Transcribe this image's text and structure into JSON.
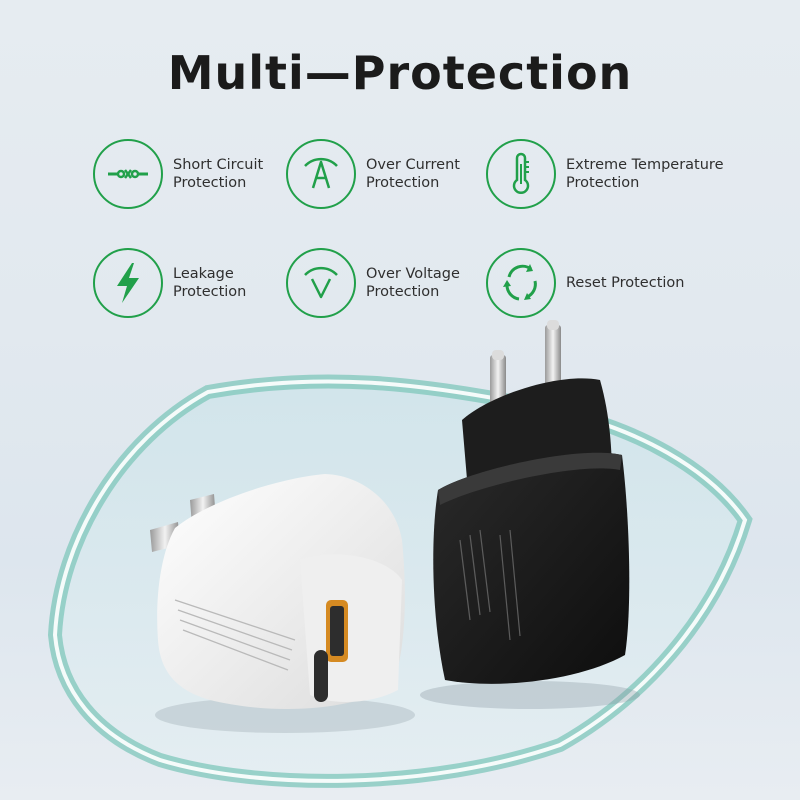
{
  "title": "Multi—Protection",
  "features": [
    {
      "icon": "short-circuit-icon",
      "line1": "Short Circuit",
      "line2": "Protection"
    },
    {
      "icon": "over-current-icon",
      "line1": "Over Current",
      "line2": "Protection"
    },
    {
      "icon": "thermometer-icon",
      "line1": "Extreme Temperature",
      "line2": "Protection"
    },
    {
      "icon": "lightning-icon",
      "line1": "Leakage",
      "line2": "Protection"
    },
    {
      "icon": "over-voltage-icon",
      "line1": "Over Voltage",
      "line2": "Protection"
    },
    {
      "icon": "reset-cycle-icon",
      "line1": "Reset Protection",
      "line2": ""
    }
  ],
  "colors": {
    "accent": "#21a04a",
    "title": "#1b1b1b"
  }
}
